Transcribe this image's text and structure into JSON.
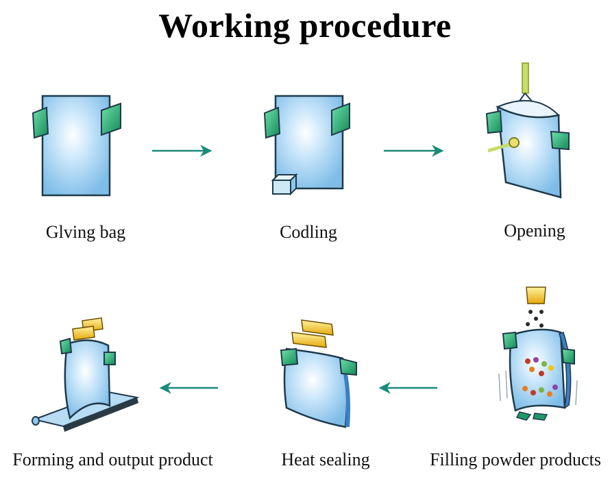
{
  "title": "Working procedure",
  "steps": [
    {
      "label": "Glving bag",
      "icon": "flat-bag-icon"
    },
    {
      "label": "Codling",
      "icon": "coding-bag-icon"
    },
    {
      "label": "Opening",
      "icon": "opening-bag-icon"
    },
    {
      "label": "Filling powder products",
      "icon": "filling-bag-icon"
    },
    {
      "label": "Heat sealing",
      "icon": "heat-sealing-icon"
    },
    {
      "label": "Forming and output product",
      "icon": "conveyor-output-icon"
    }
  ],
  "arrows": [
    {
      "from": "Glving bag",
      "to": "Codling",
      "direction": "right"
    },
    {
      "from": "Codling",
      "to": "Opening",
      "direction": "right"
    },
    {
      "from": "Filling powder products",
      "to": "Heat sealing",
      "direction": "left"
    },
    {
      "from": "Heat sealing",
      "to": "Forming and output product",
      "direction": "left"
    }
  ],
  "colors": {
    "bag_fill": "#9fd0f0",
    "bag_outline": "#1f3a4a",
    "clip_green": "#1e9a6a",
    "arrow_teal": "#1a8a7a",
    "sealer_yellow": "#f2c21a"
  }
}
